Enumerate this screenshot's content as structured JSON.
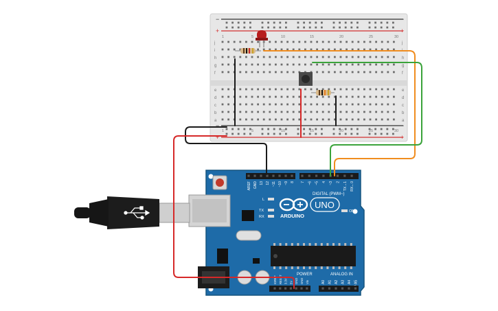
{
  "breadboard": {
    "row_labels_top": [
      "j",
      "i",
      "h",
      "g",
      "f"
    ],
    "row_labels_bottom": [
      "e",
      "d",
      "c",
      "b",
      "a"
    ],
    "column_numbers": [
      "1",
      "5",
      "10",
      "15",
      "20",
      "25",
      "30"
    ],
    "rail_plus": "+",
    "rail_minus": "−",
    "colors": {
      "body": "#e6e6e6",
      "hole": "#6d6d6d",
      "rail_red": "#d32f2f",
      "rail_black": "#222222"
    }
  },
  "arduino": {
    "brand_text": "ARDUINO",
    "model_text": "UNO",
    "digital_header_label": "DIGITAL (PWM~)",
    "analog_header_label": "ANALOG IN",
    "power_header_label": "POWER",
    "on_label": "ON",
    "l_label": "L",
    "tx_label": "TX",
    "rx_label": "RX",
    "digital_pins": [
      "AREF",
      "GND",
      "13",
      "12",
      "~11",
      "~10",
      "~9",
      "8",
      "7",
      "~6",
      "~5",
      "4",
      "~3",
      "2",
      "TX→1",
      "RX←0"
    ],
    "power_pins": [
      "IOREF",
      "RESET",
      "3.3V",
      "5V",
      "GND",
      "GND",
      "Vin"
    ],
    "analog_pins": [
      "A0",
      "A1",
      "A2",
      "A3",
      "A4",
      "A5"
    ],
    "colors": {
      "board": "#1e6ba8",
      "board_edge": "#17557f",
      "silk": "#ffffff"
    }
  },
  "wires": {
    "colors": {
      "red": "#d62828",
      "black": "#1a1a1a",
      "green": "#3aa33a",
      "orange": "#f08c1e"
    }
  },
  "components": {
    "led_color": "#b71c1c",
    "resistor_body": "#d9b98a",
    "button_cap": "#3a3a3a",
    "usb_cable": "#1c1c1c"
  }
}
